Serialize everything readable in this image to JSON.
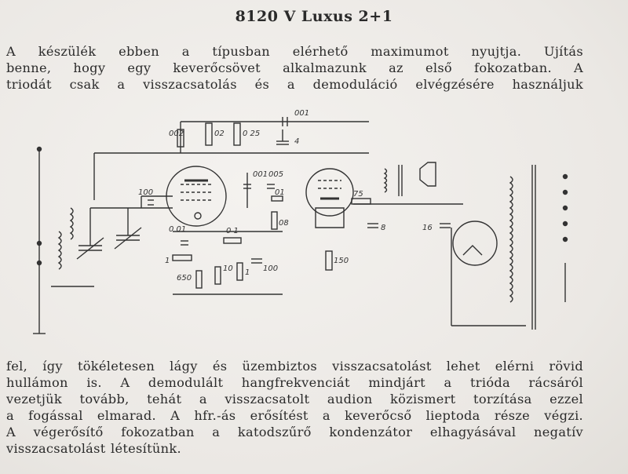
{
  "title": "8120 V Luxus 2+1",
  "intro_lines": [
    "A készülék ebben a típusban elérhető maximumot nyujtja. Ujítás",
    "benne, hogy egy keverőcsövet alkalmazunk az első fokozatban. A",
    "triodát csak a visszacsatolás és a demoduláció elvégzésére használjuk"
  ],
  "body_lines": [
    "fel, így tökéletesen lágy és üzembiztos visszacsatolást lehet elérni rövid",
    "hullámon is. A demodulált hangfrekvenciát mindjárt a trióda rácsáról",
    "vezetjük tovább, tehát a visszacsatolt audion közismert torzítása ezzel",
    "a fogással elmarad. A hfr.-ás erősítést a keverőcső lieptoda része végzi.",
    "A végerősítő fokozatban a katodszűrő kondenzátor elhagyásával negatív",
    "visszacsatolást létesítünk."
  ],
  "schematic_labels": {
    "c_001_top": "001",
    "c_002": "002",
    "r_02": "02",
    "r_025": "0 25",
    "c_4": "4",
    "c_001_mid": "001",
    "c_005": "005",
    "r_01_a": "01",
    "r_08": "08",
    "c_100_in": "100",
    "r_75": "75",
    "c_8": "8",
    "c_16": "16",
    "c_0001": "0 01",
    "r_01_b": "0 1",
    "r_1": "1",
    "r_650": "650",
    "r_10": "10",
    "r_1b": "1",
    "c_100_b": "100",
    "r_150": "150"
  }
}
